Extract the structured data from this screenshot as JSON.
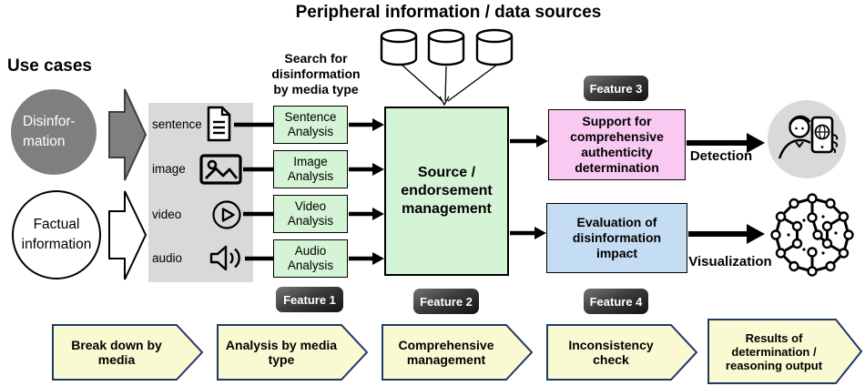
{
  "title": "Peripheral information / data sources",
  "use_cases": {
    "heading": "Use cases",
    "disinformation_line1": "Disinfor-",
    "disinformation_line2": "mation",
    "factual_line1": "Factual",
    "factual_line2": "information"
  },
  "search_label": {
    "line1": "Search for",
    "line2": "disinformation",
    "line3": "by media type"
  },
  "media_rows": [
    {
      "label": "sentence",
      "icon": "document-icon"
    },
    {
      "label": "image",
      "icon": "image-icon"
    },
    {
      "label": "video",
      "icon": "play-icon"
    },
    {
      "label": "audio",
      "icon": "speaker-icon"
    }
  ],
  "analysis_boxes": [
    {
      "label": "Sentence Analysis"
    },
    {
      "label": "Image Analysis"
    },
    {
      "label": "Video Analysis"
    },
    {
      "label": "Audio Analysis"
    }
  ],
  "source_box": {
    "label": "Source / endorsement management"
  },
  "features": [
    {
      "label": "Feature 1"
    },
    {
      "label": "Feature 2"
    },
    {
      "label": "Feature 3"
    },
    {
      "label": "Feature 4"
    }
  ],
  "output_boxes": {
    "authenticity": {
      "label": "Support for comprehensive authenticity determination"
    },
    "impact": {
      "label": "Evaluation of disinformation impact"
    }
  },
  "annotations": {
    "detection": "Detection",
    "visualization": "Visualization"
  },
  "icons": {
    "peripheral_sources": [
      "database-icon",
      "database-icon",
      "database-icon"
    ],
    "detection_result": "person-with-phone-icon",
    "visualization_result": "network-graph-icon"
  },
  "process_flow": [
    {
      "label": "Break down by media"
    },
    {
      "label": "Analysis by media type"
    },
    {
      "label": "Comprehensive management"
    },
    {
      "label": "Inconsistency check"
    },
    {
      "label": "Results of determination / reasoning output"
    }
  ],
  "colors": {
    "analysis_green": "#d5f3d5",
    "panel_gray": "#d9d9d9",
    "authenticity_pink": "#f9c9f1",
    "impact_blue": "#c5ddf2",
    "flow_yellow": "#fafad2",
    "flow_border": "#1f3864",
    "badge_dark": "#3c3c3c",
    "usecase_gray": "#7f7f7f",
    "result_circle_gray": "#d9d9d9"
  }
}
